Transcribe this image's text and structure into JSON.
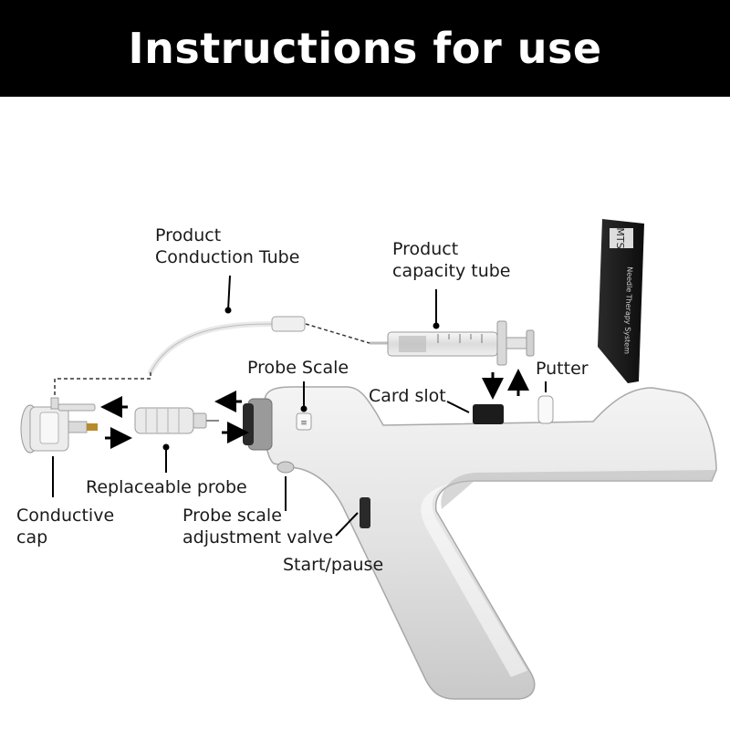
{
  "header": {
    "title": "Instructions for use"
  },
  "labels": {
    "product_conduction_tube": [
      "Product",
      "Conduction Tube"
    ],
    "product_capacity_tube": [
      "Product",
      "capacity tube"
    ],
    "probe_scale": "Probe Scale",
    "putter": "Putter",
    "card_slot": "Card slot",
    "replaceable_probe": "Replaceable probe",
    "conductive_cap": [
      "Conductive",
      "cap"
    ],
    "probe_scale_adjustment_valve": [
      "Probe scale",
      "adjustment valve"
    ],
    "start_pause": "Start/pause"
  },
  "device_print": {
    "brand": "MTS",
    "line": "Needle Therapy System"
  },
  "colors": {
    "header_bg": "#000000",
    "header_text": "#ffffff",
    "device_body": "#e6e6e6",
    "device_shadow": "#bdbdbd",
    "dark_panel": "#1c1c1c"
  }
}
